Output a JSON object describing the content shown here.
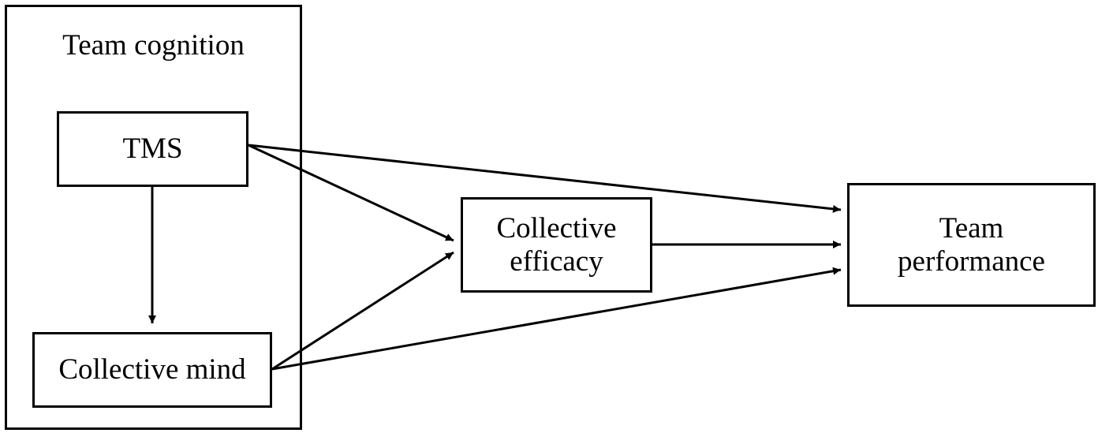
{
  "diagram": {
    "group": {
      "title": "Team cognition"
    },
    "nodes": {
      "tms": {
        "label": "TMS"
      },
      "collective_mind": {
        "label": "Collective mind"
      },
      "collective_efficacy": {
        "line1": "Collective",
        "line2": "efficacy"
      },
      "team_performance": {
        "line1": "Team",
        "line2": "performance"
      }
    },
    "edges": [
      {
        "from": "tms",
        "to": "collective_mind"
      },
      {
        "from": "tms",
        "to": "collective_efficacy"
      },
      {
        "from": "tms",
        "to": "team_performance"
      },
      {
        "from": "collective_mind",
        "to": "collective_efficacy"
      },
      {
        "from": "collective_mind",
        "to": "team_performance"
      },
      {
        "from": "collective_efficacy",
        "to": "team_performance"
      }
    ],
    "colors": {
      "stroke": "#000000",
      "background": "#ffffff"
    }
  }
}
